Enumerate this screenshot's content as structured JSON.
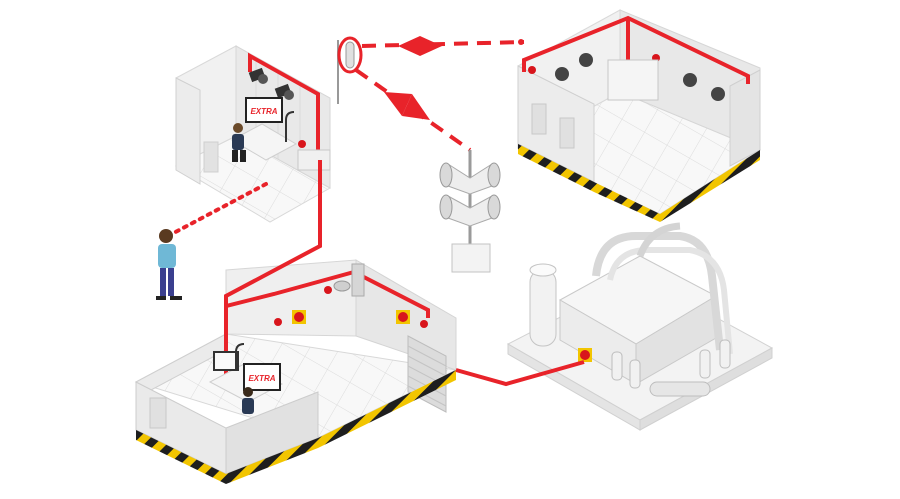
{
  "brand": {
    "screen_logo_text": "EXTRA"
  },
  "colors": {
    "link": "#e8232a",
    "wall": "#f2f2f2",
    "wall_side": "#e3e3e3",
    "floor": "#f7f7f7",
    "grid": "#dedede",
    "hazard_yellow": "#f2c500",
    "hazard_black": "#1e1e1e",
    "beacon": "#d8151c",
    "person_shirt": "#6fb8d6",
    "person_pants": "#3a3f8f"
  },
  "scene": {
    "rooms": [
      {
        "id": "control-room-top-left",
        "type": "operator-room"
      },
      {
        "id": "storage-room-top-right",
        "type": "alarm-room"
      },
      {
        "id": "operator-warehouse-bottom-left",
        "type": "operator-room"
      },
      {
        "id": "generator-unit-bottom-right",
        "type": "machine"
      }
    ],
    "devices": [
      "antenna-mast",
      "horn-speaker-array",
      "wall-horn-speakers",
      "alarm-beacons",
      "emergency-stop-buttons",
      "radio-signal-links",
      "mobile-worker"
    ]
  }
}
